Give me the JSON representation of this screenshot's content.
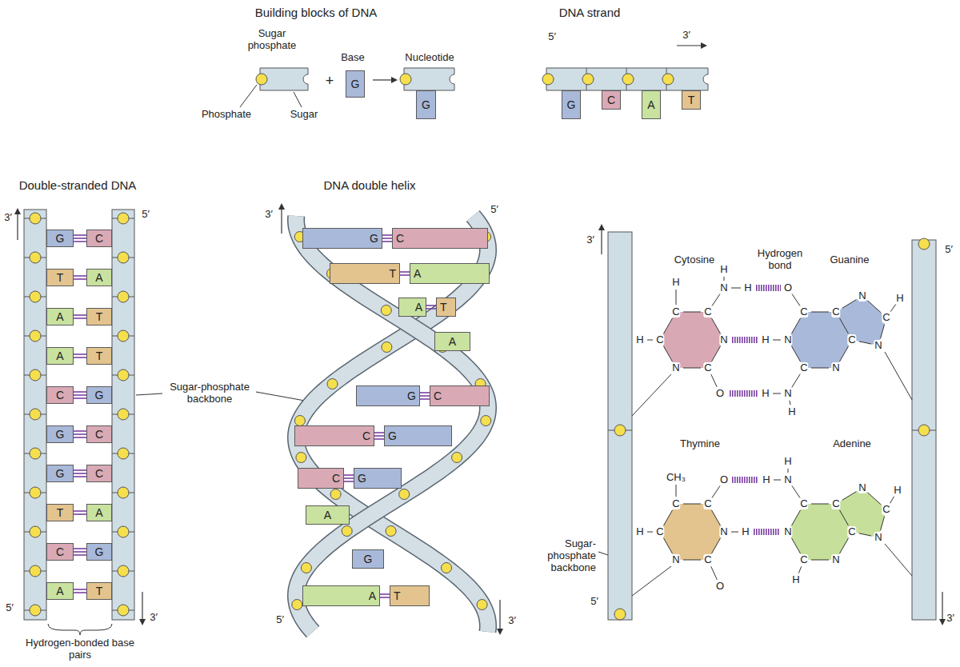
{
  "diagram": {
    "nodes": [
      {
        "text": [
          "G"
        ]
      },
      {
        "text": [
          "G"
        ]
      },
      {
        "text": [
          "G"
        ]
      },
      {
        "text": [
          "C"
        ]
      },
      {
        "text": [
          "A"
        ]
      },
      {
        "text": [
          "T"
        ]
      },
      {
        "text": [
          "G"
        ]
      },
      {
        "text": [
          "C"
        ]
      },
      {
        "text": [
          "T"
        ]
      },
      {
        "text": [
          "A"
        ]
      },
      {
        "text": [
          "A"
        ]
      },
      {
        "text": [
          "T"
        ]
      },
      {
        "text": [
          "A"
        ]
      },
      {
        "text": [
          "T"
        ]
      },
      {
        "text": [
          "C"
        ]
      },
      {
        "text": [
          "G"
        ]
      },
      {
        "text": [
          "G"
        ]
      },
      {
        "text": [
          "C"
        ]
      },
      {
        "text": [
          "G"
        ]
      },
      {
        "text": [
          "C"
        ]
      },
      {
        "text": [
          "T"
        ]
      },
      {
        "text": [
          "A"
        ]
      },
      {
        "text": [
          "C"
        ]
      },
      {
        "text": [
          "G"
        ]
      },
      {
        "text": [
          "A"
        ]
      },
      {
        "text": [
          "T"
        ]
      },
      {
        "text": [
          "G"
        ]
      },
      {
        "text": [
          "C"
        ]
      },
      {
        "text": [
          "T"
        ]
      },
      {
        "text": [
          "A"
        ]
      },
      {
        "text": [
          "A"
        ]
      },
      {
        "text": [
          "T"
        ]
      },
      {
        "text": [
          "A"
        ]
      },
      {
        "text": [
          "G"
        ]
      },
      {
        "text": [
          "C"
        ]
      },
      {
        "text": [
          "C"
        ]
      },
      {
        "text": [
          "G"
        ]
      },
      {
        "text": [
          "C"
        ]
      },
      {
        "text": [
          "G"
        ]
      },
      {
        "text": [
          "A"
        ]
      },
      {
        "text": [
          "G"
        ]
      },
      {
        "text": [
          "A"
        ]
      },
      {
        "text": [
          "T"
        ]
      }
    ],
    "edges": [
      {
        "from": 6,
        "to": 7,
        "arrow": "none"
      },
      {
        "from": 8,
        "to": 9,
        "arrow": "none"
      },
      {
        "from": 10,
        "to": 11,
        "arrow": "none"
      },
      {
        "from": 12,
        "to": 13,
        "arrow": "none"
      },
      {
        "from": 14,
        "to": 15,
        "arrow": "none"
      },
      {
        "from": 16,
        "to": 17,
        "arrow": "none"
      },
      {
        "from": 18,
        "to": 19,
        "arrow": "none"
      },
      {
        "from": 20,
        "to": 21,
        "arrow": "none"
      },
      {
        "from": 22,
        "to": 23,
        "arrow": "none"
      },
      {
        "from": 24,
        "to": 25,
        "arrow": "none"
      },
      {
        "from": 26,
        "to": 27,
        "arrow": "none"
      },
      {
        "from": 28,
        "to": 29,
        "arrow": "none"
      },
      {
        "from": 30,
        "to": 31,
        "arrow": "none"
      },
      {
        "from": 33,
        "to": 34,
        "arrow": "none"
      },
      {
        "from": 35,
        "to": 36,
        "arrow": "none"
      },
      {
        "from": 37,
        "to": 38,
        "arrow": "none"
      },
      {
        "from": 41,
        "to": 42,
        "arrow": "none"
      }
    ],
    "labels": [
      "Building blocks of DNA",
      "Sugar phosphate",
      "Base",
      "Nucleotide",
      "Phosphate",
      "Sugar",
      "DNA strand",
      "5′",
      "3′",
      "Double-stranded DNA",
      "DNA double helix",
      "3′",
      "5′",
      "Sugar-phosphate backbone",
      "5′",
      "3′",
      "Hydrogen-bonded base pairs",
      "3′",
      "5′",
      "5′",
      "3′",
      "3′",
      "5′",
      "Cytosine",
      "Hydrogen bond",
      "Guanine",
      "Thymine",
      "Adenine",
      "Sugar-phosphate backbone",
      "5′",
      "3′",
      "+",
      "H",
      "C",
      "N",
      "H",
      "H",
      "C",
      "H",
      "C",
      "N",
      "N",
      "C",
      "O",
      "O",
      "C",
      "C",
      "N",
      "C",
      "H",
      "N",
      "H",
      "C",
      "N",
      "C",
      "N",
      "N",
      "H",
      "H",
      "CH₃",
      "C",
      "C",
      "O",
      "H",
      "C",
      "N",
      "H",
      "N",
      "C",
      "O",
      "H",
      "N",
      "H",
      "C",
      "C",
      "N",
      "C",
      "H",
      "N",
      "C",
      "N",
      "C",
      "N",
      "H"
    ]
  }
}
